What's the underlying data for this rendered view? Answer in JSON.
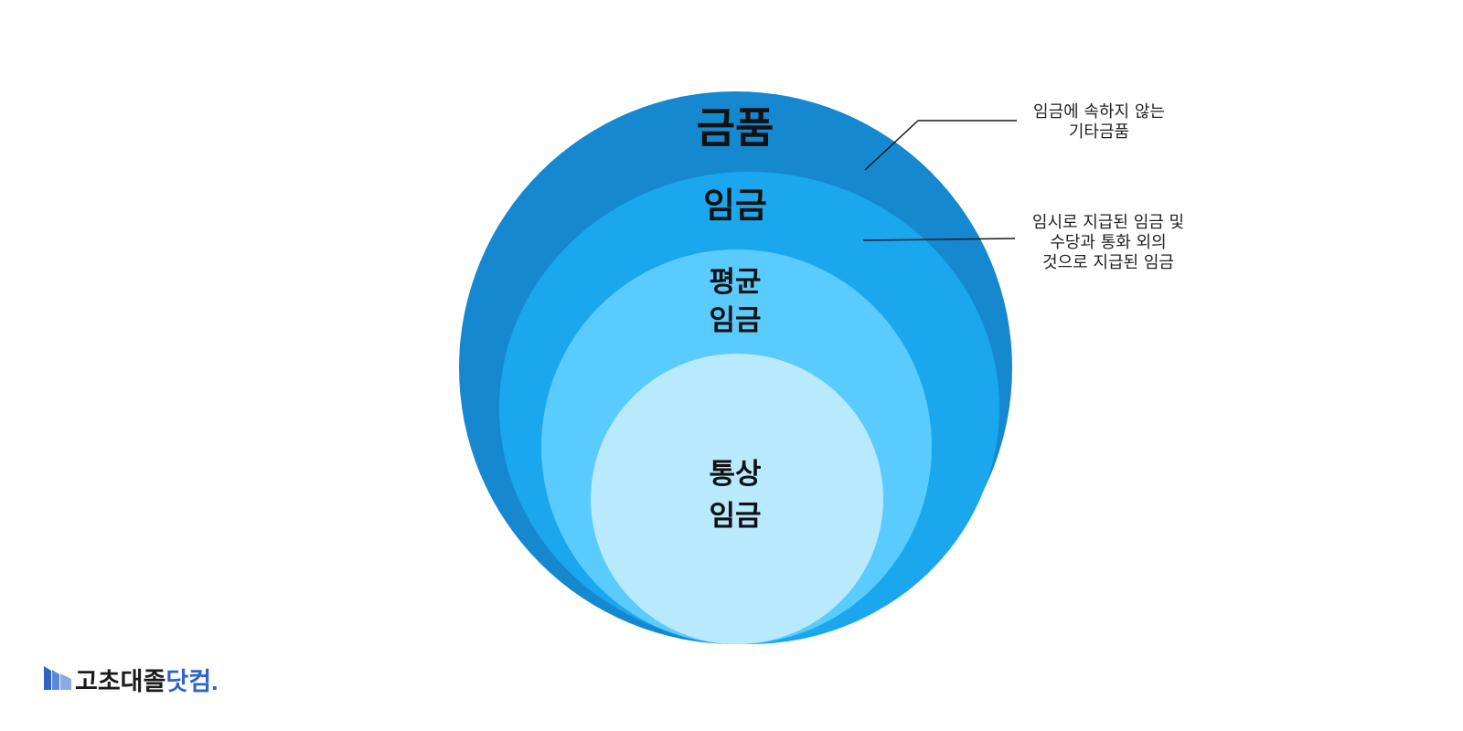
{
  "diagram": {
    "circles": {
      "outer": {
        "label": "금품"
      },
      "wage": {
        "label": "임금"
      },
      "average": {
        "label_lines": [
          "평균",
          "임금"
        ]
      },
      "regular": {
        "label_lines": [
          "통상",
          "임금"
        ]
      }
    },
    "annotations": [
      {
        "lines": [
          "임금에 속하지 않는",
          "기타금품"
        ]
      },
      {
        "lines": [
          "임시로 지급된 임금 및",
          "수당과 통화 외의",
          "것으로 지급된 임금"
        ]
      }
    ],
    "colors": {
      "outer": "#1588D0",
      "wage": "#1AA7EE",
      "average": "#59CBFF",
      "regular": "#B9E9FD"
    }
  },
  "logo": {
    "text_dark": "고초대졸",
    "text_blue": "닷컴",
    "dot": ".",
    "icon": "building-bars-icon"
  }
}
